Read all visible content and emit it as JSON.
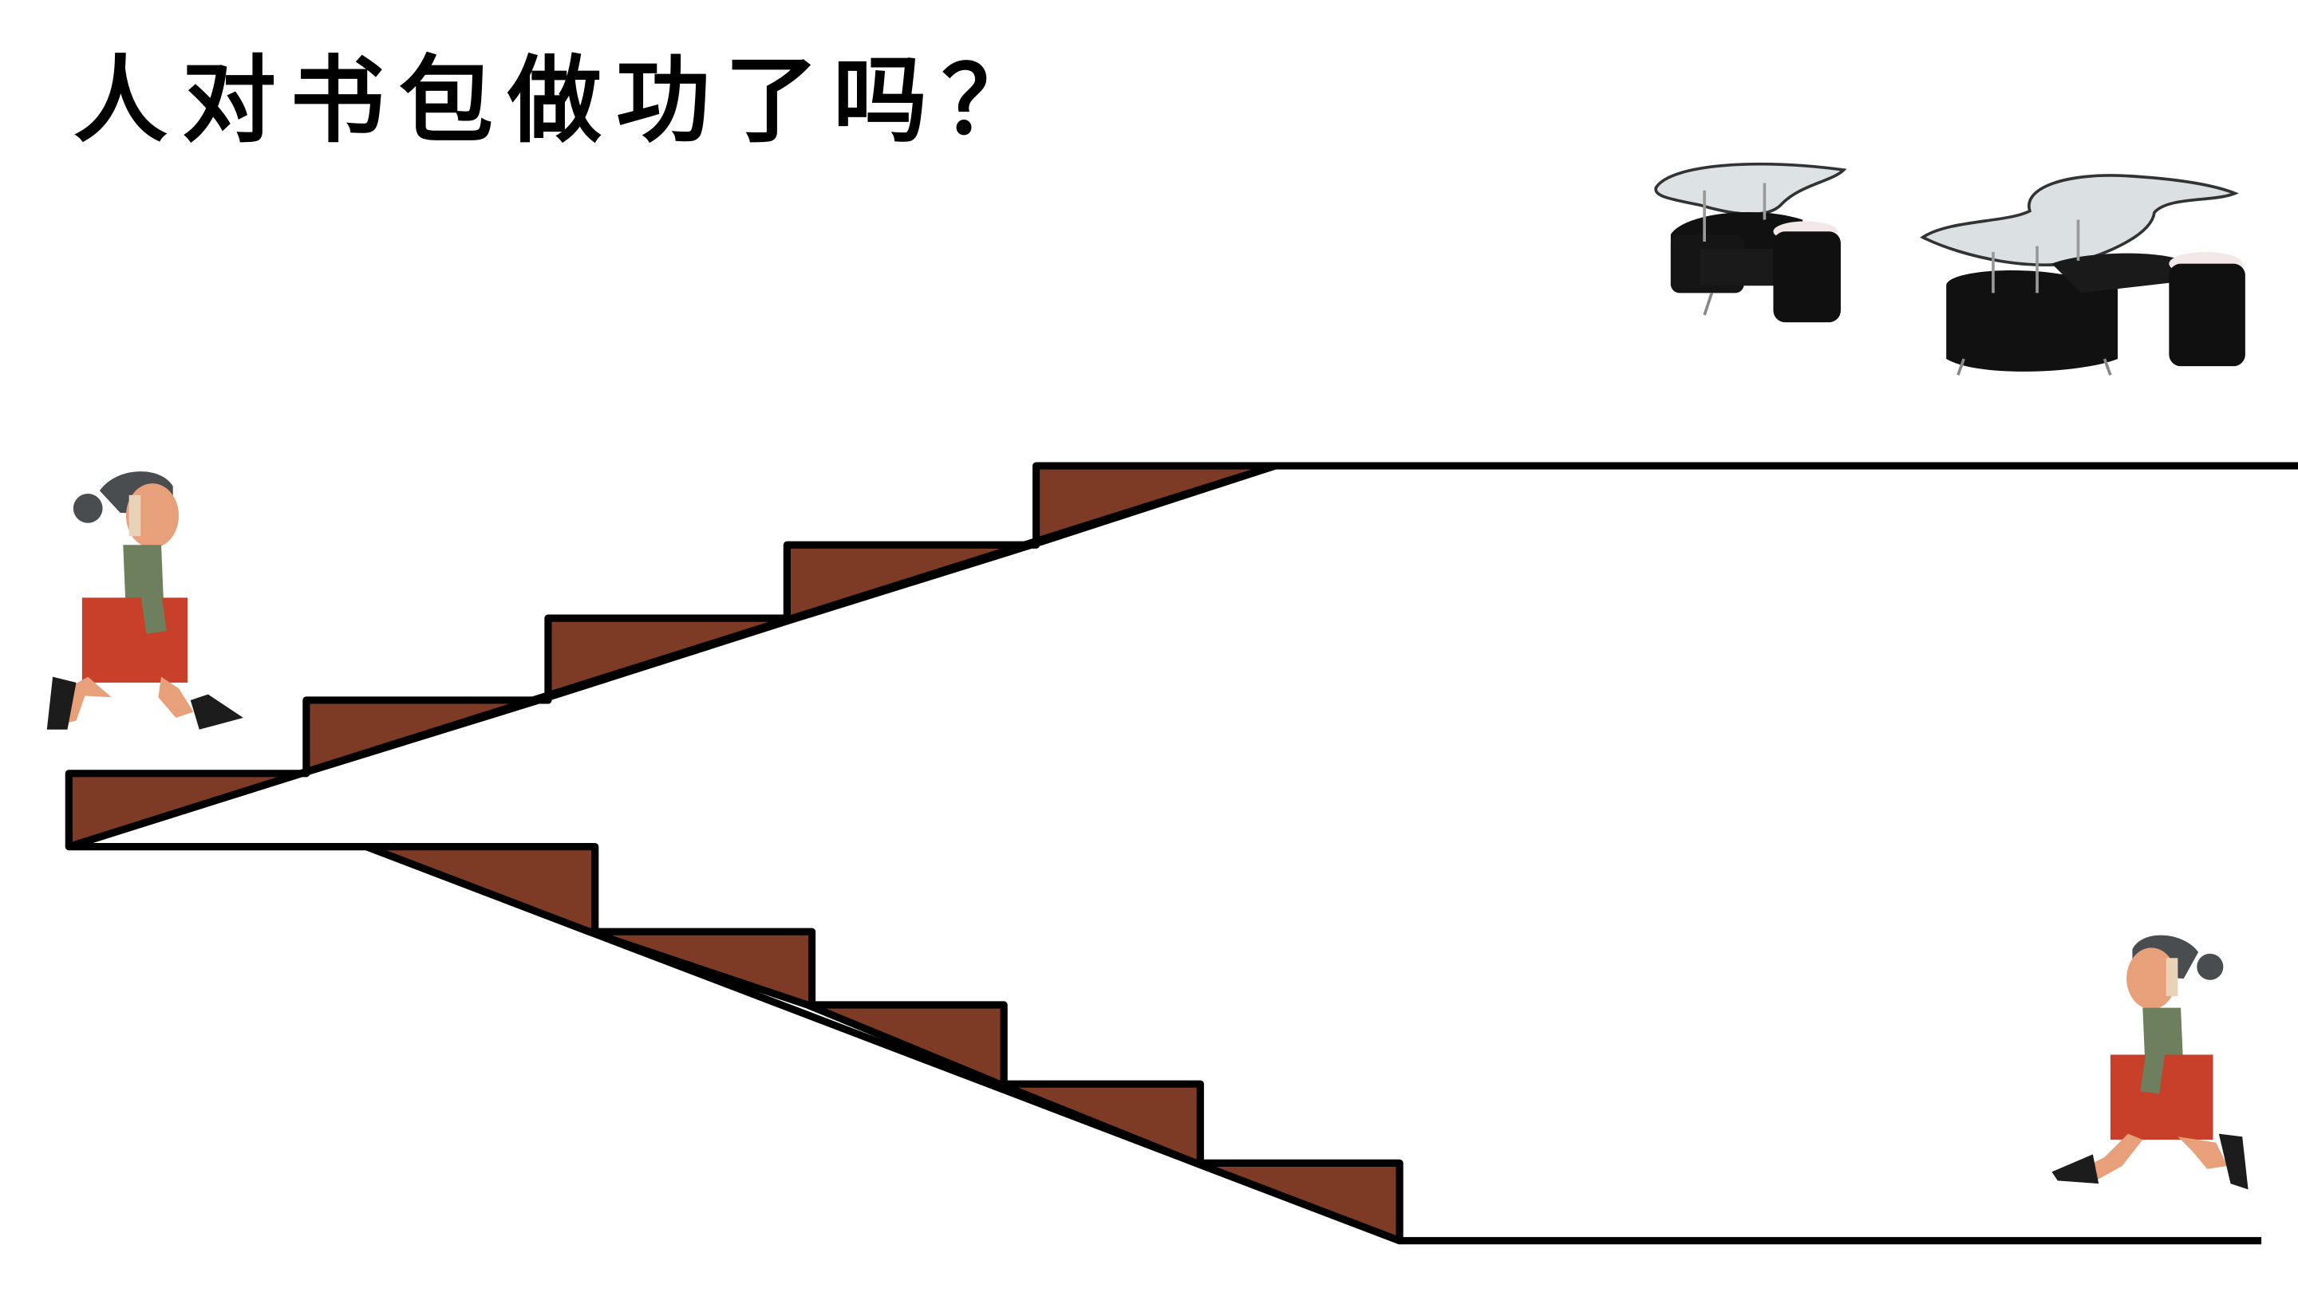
{
  "slide": {
    "title": "人对书包做功了吗？"
  },
  "colors": {
    "stair_fill": "#7d3b26",
    "stroke": "#000000",
    "background": "#ffffff",
    "bag": "#c8402a",
    "sweater": "#6e7f5e",
    "hair": "#4a4d4f",
    "skin": "#e7a07a"
  },
  "scene": {
    "figures": [
      {
        "name": "girl-with-bag-climbing",
        "position": "left-upper"
      },
      {
        "name": "girl-with-bag-walking",
        "position": "right-lower"
      }
    ],
    "furniture": [
      {
        "name": "glass-coffee-table-small"
      },
      {
        "name": "glass-coffee-table-large"
      }
    ],
    "stairs": [
      {
        "name": "upper-staircase-ascending",
        "steps": 5
      },
      {
        "name": "lower-staircase-descending",
        "steps": 5
      }
    ]
  }
}
